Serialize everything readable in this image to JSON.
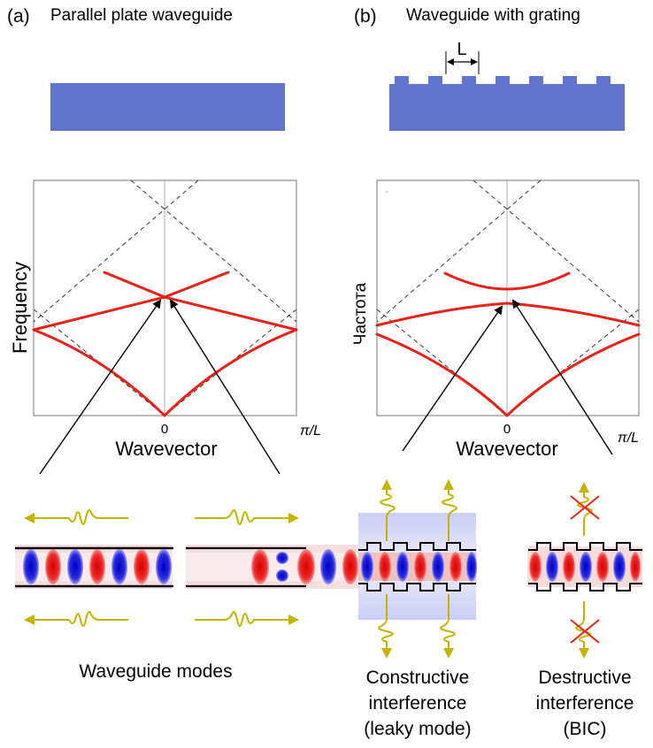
{
  "panel_a": {
    "letter": "(a)",
    "title": "Parallel plate waveguide",
    "xlabel": "Wavevector",
    "ylabel": "Frequency",
    "tick_zero": "0",
    "tick_edge": "π/L",
    "caption": "Waveguide modes"
  },
  "panel_b": {
    "letter": "(b)",
    "title": "Waveguide with grating",
    "period_label": "L",
    "xlabel": "Wavevector",
    "ylabel": "Частота",
    "tick_zero": "0",
    "tick_edge": "π/L",
    "caption_left": [
      "Constructive",
      "interference",
      "(leaky mode)"
    ],
    "caption_right": [
      "Destructive",
      "interference",
      "(BIC)"
    ]
  },
  "colors": {
    "waveguide": "#6175cc",
    "band": "#e8211b",
    "light_line": "#333333",
    "wave_arrow": "#c4b300",
    "cross": "#e8211b",
    "field_positive": "#e21616",
    "field_negative": "#1b1bd8"
  },
  "icons": [
    "arrow-icon",
    "wave-arrow-icon",
    "cross-icon"
  ]
}
